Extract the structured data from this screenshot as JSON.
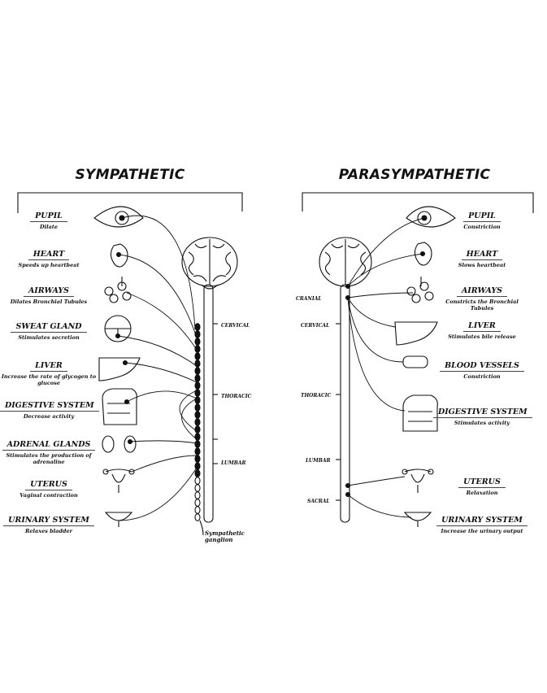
{
  "sympathetic": {
    "title": "SYMPATHETIC",
    "organs": [
      {
        "name": "PUPIL",
        "effect": "Dilate"
      },
      {
        "name": "HEART",
        "effect": "Speeds up heartbeat"
      },
      {
        "name": "AIRWAYS",
        "effect": "Dilates Bronchial Tubules"
      },
      {
        "name": "SWEAT GLAND",
        "effect": "Stimulates secretion"
      },
      {
        "name": "LIVER",
        "effect": "Increase the rate of glycogen to glucose"
      },
      {
        "name": "DIGESTIVE SYSTEM",
        "effect": "Decrease activity"
      },
      {
        "name": "ADRENAL GLANDS",
        "effect": "Stimulates the production of adrenaline"
      },
      {
        "name": "UTERUS",
        "effect": "Vaginal contraction"
      },
      {
        "name": "URINARY SYSTEM",
        "effect": "Relaxes bladder"
      }
    ],
    "spine_regions": [
      "CERVICAL",
      "THORACIC",
      "LUMBAR"
    ],
    "ganglion_label": "Sympathetic ganglion"
  },
  "parasympathetic": {
    "title": "PARASYMPATHETIC",
    "organs": [
      {
        "name": "PUPIL",
        "effect": "Constriction"
      },
      {
        "name": "HEART",
        "effect": "Slows heartbeat"
      },
      {
        "name": "AIRWAYS",
        "effect": "Constricts the Bronchial Tubules"
      },
      {
        "name": "LIVER",
        "effect": "Stimulates bile release"
      },
      {
        "name": "BLOOD VESSELS",
        "effect": "Constriction"
      },
      {
        "name": "DIGESTIVE SYSTEM",
        "effect": "Stimulates activity"
      },
      {
        "name": "UTERUS",
        "effect": "Relaxation"
      },
      {
        "name": "URINARY SYSTEM",
        "effect": "Increase the urinary output"
      }
    ],
    "spine_regions": [
      "CRANIAL",
      "CERVICAL",
      "THORACIC",
      "LUMBAR",
      "SACRAL"
    ]
  }
}
